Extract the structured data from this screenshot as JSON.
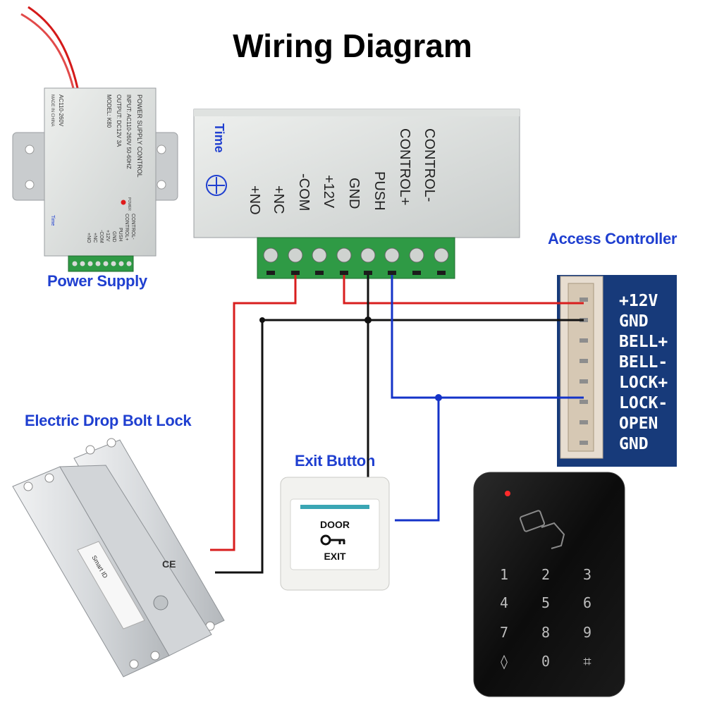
{
  "title": "Wiring Diagram",
  "captions": {
    "power_supply": "Power Supply",
    "access_controller": "Access Controller",
    "lock": "Electric Drop Bolt Lock",
    "exit_button": "Exit Button"
  },
  "psu_small": {
    "lines": [
      "POWER SUPPLY CONTROL",
      "INPUT: AC110-260V 50-60HZ",
      "OUTPUT: DC12V 3A",
      "MODEL: K80"
    ],
    "ac_label": "AC110-260V",
    "made_in": "MADE IN CHINA",
    "power_led": "POWER",
    "time_label": "Time",
    "terminals": [
      "CONTROL-",
      "CONTROL+",
      "PUSH",
      "GND",
      "+12V",
      "-COM",
      "+NC",
      "+NO"
    ]
  },
  "psu_closeup": {
    "time_label": "Time",
    "terminals": [
      "+NO",
      "+NC",
      "-COM",
      "+12V",
      "GND",
      "PUSH",
      "CONTROL+",
      "CONTROL-"
    ]
  },
  "access_controller_pins": [
    "+12V",
    "GND",
    "BELL+",
    "BELL-",
    "LOCK+",
    "LOCK-",
    "OPEN",
    "GND"
  ],
  "exit_button": {
    "line1": "DOOR",
    "line2": "EXIT"
  },
  "keypad": {
    "keys": [
      "1",
      "2",
      "3",
      "4",
      "5",
      "6",
      "7",
      "8",
      "9",
      "◊",
      "0",
      "⌗"
    ]
  },
  "lock_label": {
    "brand": "Smart ID",
    "ce": "CE"
  },
  "colors": {
    "caption": "#1f3fd0",
    "wire_red": "#d81e1e",
    "wire_black": "#111111",
    "wire_blue": "#1433c8",
    "terminal_green": "#2f9a45",
    "board_blue": "#173a7a"
  }
}
